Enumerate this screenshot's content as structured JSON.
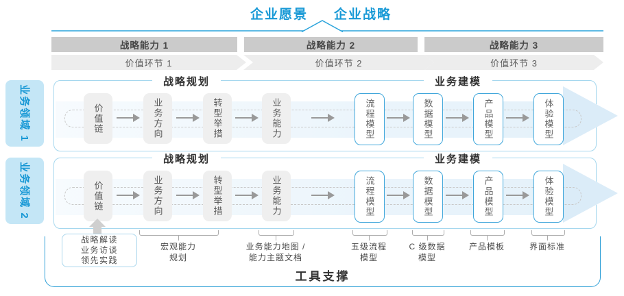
{
  "header": {
    "vision": "企业愿景",
    "strategy": "企业战略"
  },
  "strategic_capabilities": [
    "战略能力 1",
    "战略能力 2",
    "战略能力 3"
  ],
  "value_links": [
    "价值环节 1",
    "价值环节 2",
    "价值环节 3"
  ],
  "business_domains": [
    "业务领域 1",
    "业务领域 2"
  ],
  "lane": {
    "section_headers": [
      "战略规划",
      "业务建模"
    ],
    "boxes": [
      {
        "label": "价值链",
        "variant": "gray"
      },
      {
        "label": "业务方向",
        "variant": "gray"
      },
      {
        "label": "转型举措",
        "variant": "gray"
      },
      {
        "label": "业务能力",
        "variant": "gray"
      },
      {
        "label": "流程模型",
        "variant": "outline"
      },
      {
        "label": "数据模型",
        "variant": "outline"
      },
      {
        "label": "产品模型",
        "variant": "outline"
      },
      {
        "label": "体验模型",
        "variant": "outline"
      }
    ]
  },
  "annotations": {
    "source_box_lines": [
      "战略解读",
      "业务访谈",
      "领先实践"
    ],
    "braced": [
      {
        "lines": [
          "宏观能力",
          "规划"
        ]
      },
      {
        "lines": [
          "业务能力地图 /",
          "能力主题文档"
        ]
      },
      {
        "lines": [
          "五级流程",
          "模型"
        ]
      },
      {
        "lines": [
          "C 级数据",
          "模型"
        ]
      },
      {
        "lines": [
          "产品模板"
        ]
      },
      {
        "lines": [
          "界面标准"
        ]
      }
    ]
  },
  "footer": {
    "label": "工具支撑"
  },
  "colors": {
    "accent": "#1899D6",
    "lane_border": "#A5D7EE",
    "box_outline": "#41A7DB",
    "bar_gray": "#CBCBCB",
    "chevron_gray": "#EDEDED",
    "band_blue": "#E4F1FA",
    "band_arrow_blue": "#DBECF8",
    "text_dark": "#333333",
    "text_gray": "#595959"
  }
}
